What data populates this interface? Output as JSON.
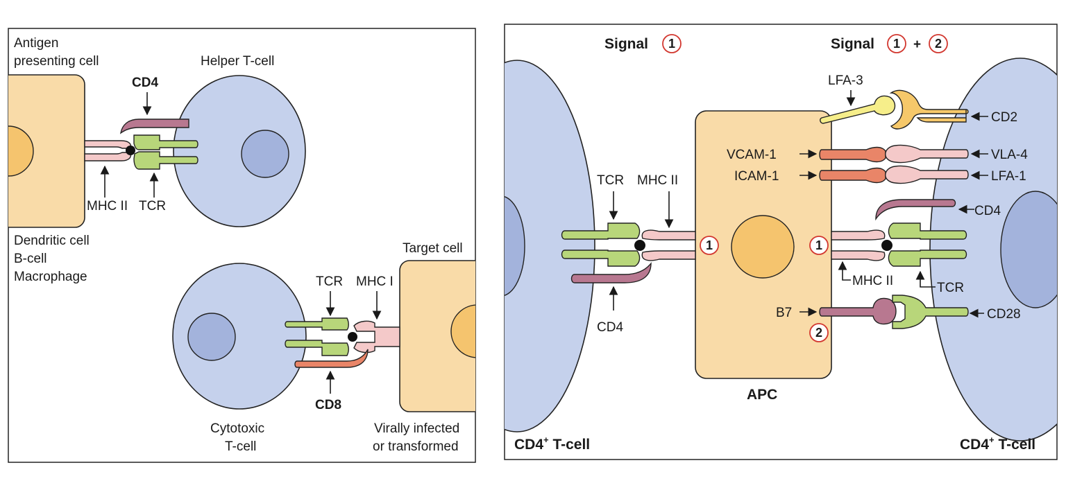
{
  "left_panel": {
    "apc_label_line1": "Antigen",
    "apc_label_line2": "presenting cell",
    "helper_label": "Helper T-cell",
    "cd4": "CD4",
    "mhc2": "MHC II",
    "tcr": "TCR",
    "apc_types": [
      "Dendritic cell",
      "B-cell",
      "Macrophage"
    ],
    "target_label": "Target cell",
    "tcr2": "TCR",
    "mhc1": "MHC I",
    "cd8": "CD8",
    "cytotoxic_line1": "Cytotoxic",
    "cytotoxic_line2": "T-cell",
    "infected_line1": "Virally infected",
    "infected_line2": "or transformed"
  },
  "right_panel": {
    "signal1_word": "Signal",
    "signal1_num": "1",
    "signal12_word": "Signal",
    "signal12_num_a": "1",
    "signal12_plus": "+",
    "signal12_num_b": "2",
    "lfa3": "LFA-3",
    "cd2": "CD2",
    "vcam1": "VCAM-1",
    "vla4": "VLA-4",
    "icam1": "ICAM-1",
    "lfa1": "LFA-1",
    "tcr_left": "TCR",
    "mhc2_left": "MHC II",
    "cd4_right": "CD4",
    "num1_left": "1",
    "num1_right": "1",
    "cd4_left": "CD4",
    "mhc2_right": "MHC II",
    "tcr_right": "TCR",
    "b7": "B7",
    "num2": "2",
    "cd28": "CD28",
    "apc": "APC",
    "cd4_tcell_left": "CD4",
    "cd4_tcell_left_sup": "+",
    "cd4_tcell_left_rest": " T-cell",
    "cd4_tcell_right": "CD4",
    "cd4_tcell_right_sup": "+",
    "cd4_tcell_right_rest": " T-cell"
  },
  "colors": {
    "apc_fill": "#f9dba8",
    "nucleus_orange": "#f5c46e",
    "tcell_blue": "#c5d1ec",
    "tcell_nucleus": "#a3b3dc",
    "green": "#b8d67a",
    "pink": "#f4c9c9",
    "mauve": "#b87890",
    "salmon": "#e98568",
    "yellow": "#f6ee8a",
    "gold": "#f6c86a",
    "circle_red": "#d2372f"
  }
}
